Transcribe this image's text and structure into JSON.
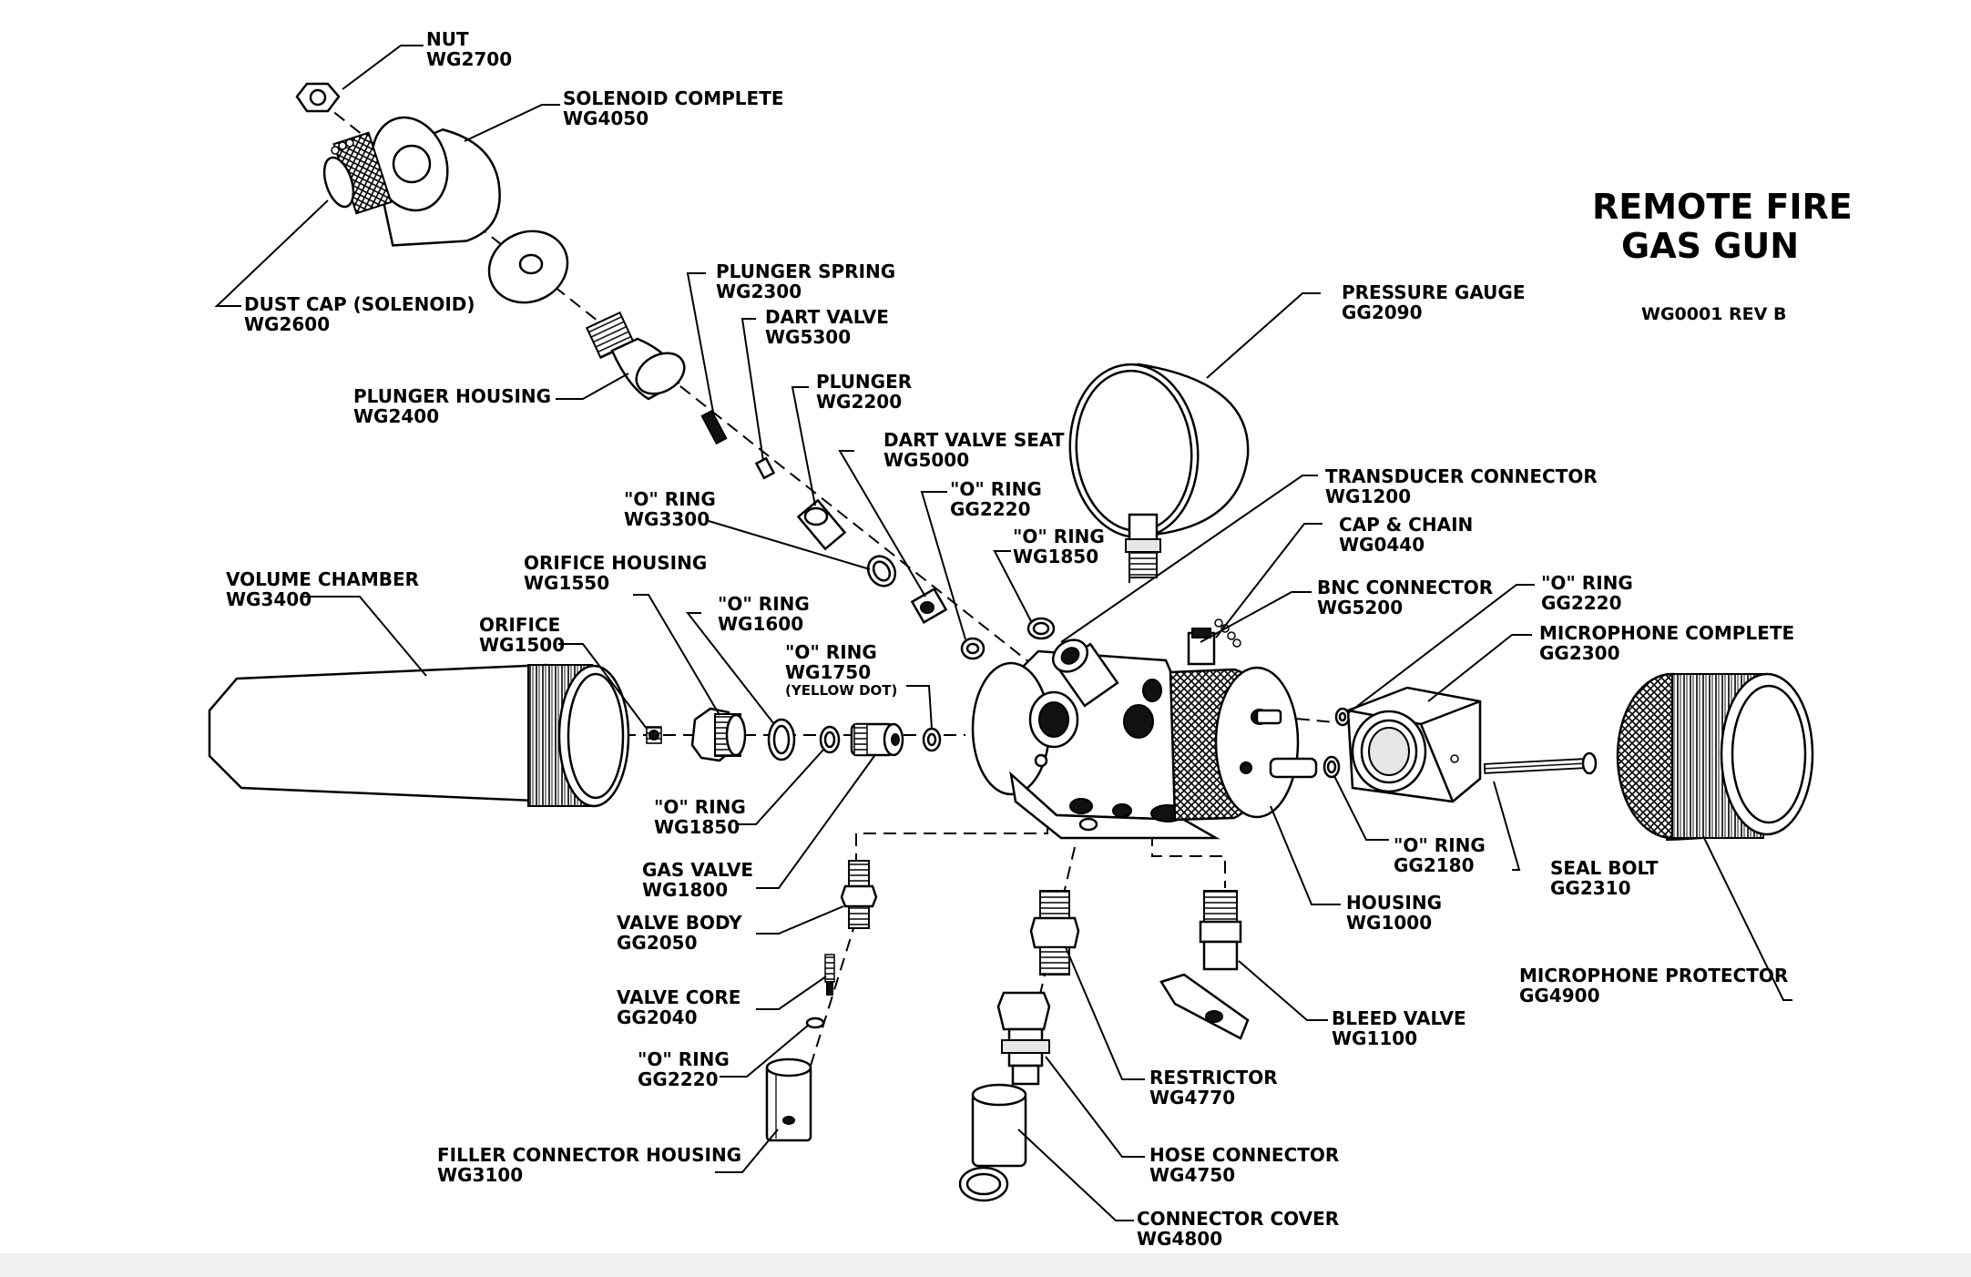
{
  "title": {
    "line1": "REMOTE FIRE",
    "line2": "GAS GUN",
    "drawing_number": "WG0001 REV B"
  },
  "parts": {
    "nut": {
      "name": "NUT",
      "code": "WG2700"
    },
    "solenoid": {
      "name": "SOLENOID COMPLETE",
      "code": "WG4050"
    },
    "dust_cap": {
      "name": "DUST CAP (SOLENOID)",
      "code": "WG2600"
    },
    "plunger_housing": {
      "name": "PLUNGER HOUSING",
      "code": "WG2400"
    },
    "plunger_spring": {
      "name": "PLUNGER SPRING",
      "code": "WG2300"
    },
    "dart_valve": {
      "name": "DART VALVE",
      "code": "WG5300"
    },
    "plunger": {
      "name": "PLUNGER",
      "code": "WG2200"
    },
    "dart_valve_seat": {
      "name": "DART VALVE SEAT",
      "code": "WG5000"
    },
    "o_ring_wg3300": {
      "name": "\"O\" RING",
      "code": "WG3300"
    },
    "o_ring_gg2220_top": {
      "name": "\"O\" RING",
      "code": "GG2220"
    },
    "o_ring_wg1850_top": {
      "name": "\"O\" RING",
      "code": "WG1850"
    },
    "volume_chamber": {
      "name": "VOLUME CHAMBER",
      "code": "WG3400"
    },
    "orifice_housing": {
      "name": "ORIFICE HOUSING",
      "code": "WG1550"
    },
    "orifice": {
      "name": "ORIFICE",
      "code": "WG1500"
    },
    "o_ring_wg1600": {
      "name": "\"O\" RING",
      "code": "WG1600"
    },
    "o_ring_wg1750": {
      "name": "\"O\" RING",
      "code": "WG1750",
      "note": "(YELLOW DOT)"
    },
    "o_ring_wg1850_bottom": {
      "name": "\"O\" RING",
      "code": "WG1850"
    },
    "gas_valve": {
      "name": "GAS VALVE",
      "code": "WG1800"
    },
    "valve_body": {
      "name": "VALVE BODY",
      "code": "GG2050"
    },
    "valve_core": {
      "name": "VALVE CORE",
      "code": "GG2040"
    },
    "o_ring_gg2220_bottom": {
      "name": "\"O\" RING",
      "code": "GG2220"
    },
    "filler_connector_housing": {
      "name": "FILLER CONNECTOR HOUSING",
      "code": "WG3100"
    },
    "pressure_gauge": {
      "name": "PRESSURE GAUGE",
      "code": "GG2090"
    },
    "transducer_connector": {
      "name": "TRANSDUCER CONNECTOR",
      "code": "WG1200"
    },
    "cap_chain": {
      "name": "CAP & CHAIN",
      "code": "WG0440"
    },
    "bnc_connector": {
      "name": "BNC CONNECTOR",
      "code": "WG5200"
    },
    "o_ring_gg2220_right": {
      "name": "\"O\" RING",
      "code": "GG2220"
    },
    "microphone_complete": {
      "name": "MICROPHONE COMPLETE",
      "code": "GG2300"
    },
    "o_ring_gg2180": {
      "name": "\"O\" RING",
      "code": "GG2180"
    },
    "seal_bolt": {
      "name": "SEAL BOLT",
      "code": "GG2310"
    },
    "housing": {
      "name": "HOUSING",
      "code": "WG1000"
    },
    "microphone_protector": {
      "name": "MICROPHONE PROTECTOR",
      "code": "GG4900"
    },
    "bleed_valve": {
      "name": "BLEED VALVE",
      "code": "WG1100"
    },
    "restrictor": {
      "name": "RESTRICTOR",
      "code": "WG4770"
    },
    "hose_connector": {
      "name": "HOSE CONNECTOR",
      "code": "WG4750"
    },
    "connector_cover": {
      "name": "CONNECTOR COVER",
      "code": "WG4800"
    }
  }
}
